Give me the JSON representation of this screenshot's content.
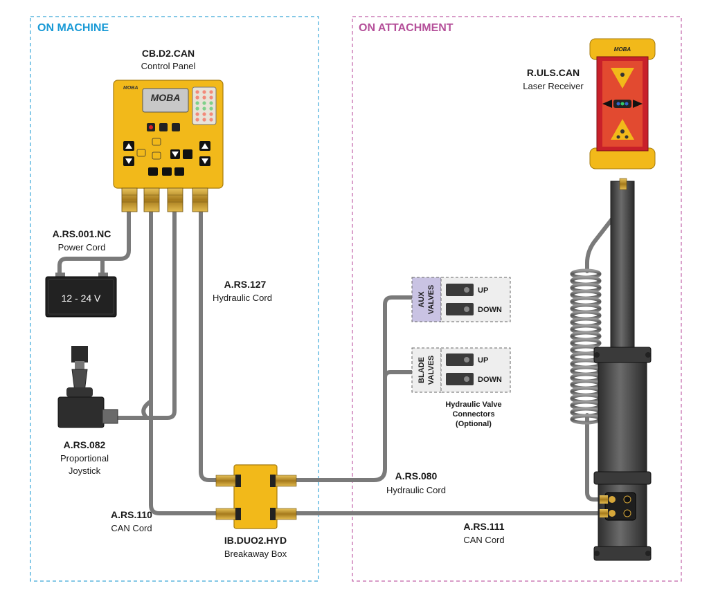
{
  "zones": {
    "machine": {
      "title": "ON MACHINE",
      "color": "#1a9ad6"
    },
    "attachment": {
      "title": "ON ATTACHMENT",
      "color": "#b5509a"
    }
  },
  "control_panel": {
    "id": "CB.D2.CAN",
    "desc": "Control Panel",
    "brand": "MOBA",
    "brand_small": "MOBA"
  },
  "power_cord": {
    "id": "A.RS.001.NC",
    "desc": "Power Cord"
  },
  "battery": {
    "label": "12 - 24 V"
  },
  "hydraulic_cord_127": {
    "id": "A.RS.127",
    "desc": "Hydraulic Cord"
  },
  "joystick": {
    "id": "A.RS.082",
    "desc_line1": "Proportional",
    "desc_line2": "Joystick"
  },
  "can_cord_110": {
    "id": "A.RS.110",
    "desc": "CAN Cord"
  },
  "breakaway_box": {
    "id": "IB.DUO2.HYD",
    "desc": "Breakaway Box"
  },
  "hydraulic_cord_080": {
    "id": "A.RS.080",
    "desc": "Hydraulic Cord"
  },
  "can_cord_111": {
    "id": "A.RS.111",
    "desc": "CAN Cord"
  },
  "laser_receiver": {
    "id": "R.ULS.CAN",
    "desc": "Laser Receiver",
    "brand": "MOBA"
  },
  "aux_valves": {
    "label_line1": "AUX",
    "label_line2": "VALVES",
    "up": "UP",
    "down": "DOWN"
  },
  "blade_valves": {
    "label_line1": "BLADE",
    "label_line2": "VALVES",
    "up": "UP",
    "down": "DOWN"
  },
  "valve_note": {
    "line1": "Hydraulic Valve",
    "line2": "Connectors",
    "line3": "(Optional)"
  },
  "colors": {
    "panel_yellow": "#f2b91a",
    "cable_gray": "#777777",
    "receiver_red": "#c8202a",
    "valve_lavender": "#c9c3e3"
  }
}
